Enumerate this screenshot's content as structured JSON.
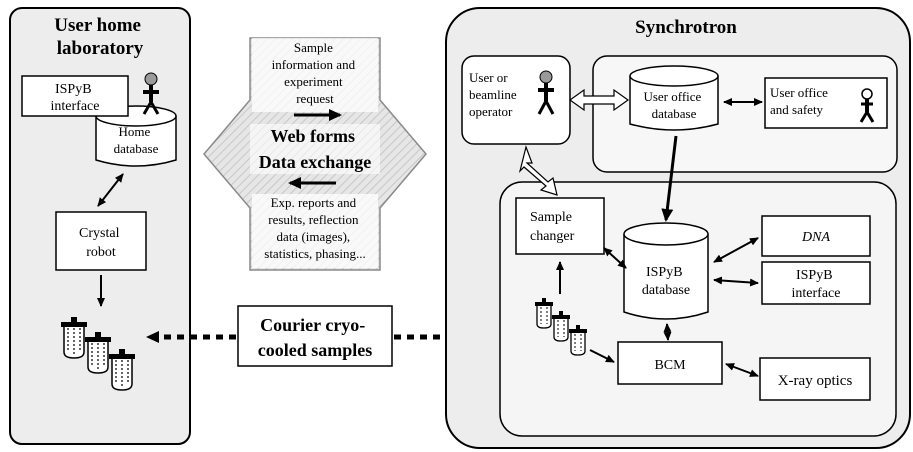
{
  "panels": {
    "home_lab_title": [
      "User home",
      "laboratory"
    ],
    "synchrotron_title": "Synchrotron"
  },
  "home": {
    "ispyb_interface": [
      "ISPyB",
      "interface"
    ],
    "home_database": [
      "Home",
      "database"
    ],
    "crystal_robot": [
      "Crystal",
      "robot"
    ]
  },
  "exchange": {
    "top_text": [
      "Sample",
      "information and",
      "experiment",
      "request"
    ],
    "center_text": [
      "Web forms",
      "Data exchange"
    ],
    "bottom_text": [
      "Exp. reports and",
      "results, reflection",
      "data (images),",
      "statistics, phasing..."
    ]
  },
  "courier": [
    "Courier cryo-",
    "cooled samples"
  ],
  "synchrotron": {
    "user_operator": [
      "User or",
      "beamline",
      "operator"
    ],
    "user_office_database": [
      "User office",
      "database"
    ],
    "user_office_safety": [
      "User office",
      "and safety"
    ],
    "sample_changer": [
      "Sample",
      "changer"
    ],
    "ispyb_database": [
      "ISPyB",
      "database"
    ],
    "dna": "DNA",
    "ispyb_interface": [
      "ISPyB",
      "interface"
    ],
    "bcm": "BCM",
    "xray_optics": "X-ray optics"
  },
  "colors": {
    "panel_fill": "#ededed",
    "inner_fill": "#f5f5f5",
    "box_fill": "#ffffff",
    "stroke": "#000000",
    "exchange_fill": "#dcdcdc"
  }
}
